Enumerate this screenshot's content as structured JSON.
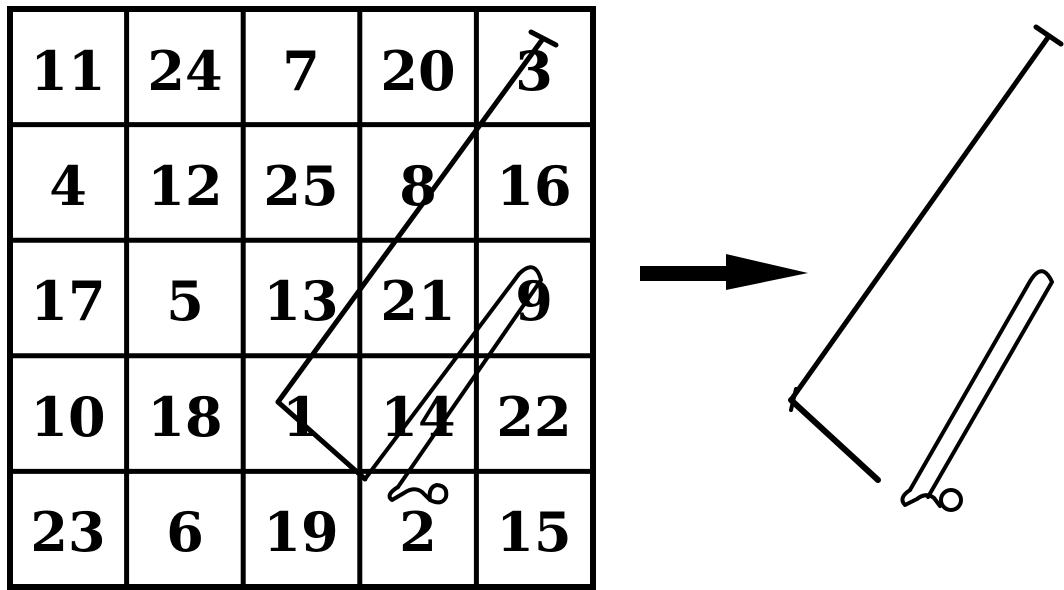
{
  "grid": {
    "rows": [
      [
        "11",
        "24",
        "7",
        "20",
        "3"
      ],
      [
        "4",
        "12",
        "25",
        "8",
        "16"
      ],
      [
        "17",
        "5",
        "13",
        "21",
        "9"
      ],
      [
        "10",
        "18",
        "1",
        "14",
        "22"
      ],
      [
        "23",
        "6",
        "19",
        "2",
        "15"
      ]
    ]
  },
  "colors": {
    "line": "#000000",
    "background": "#ffffff"
  },
  "icons": {
    "arrow": "right-arrow-icon",
    "key": "key-shape-icon"
  }
}
